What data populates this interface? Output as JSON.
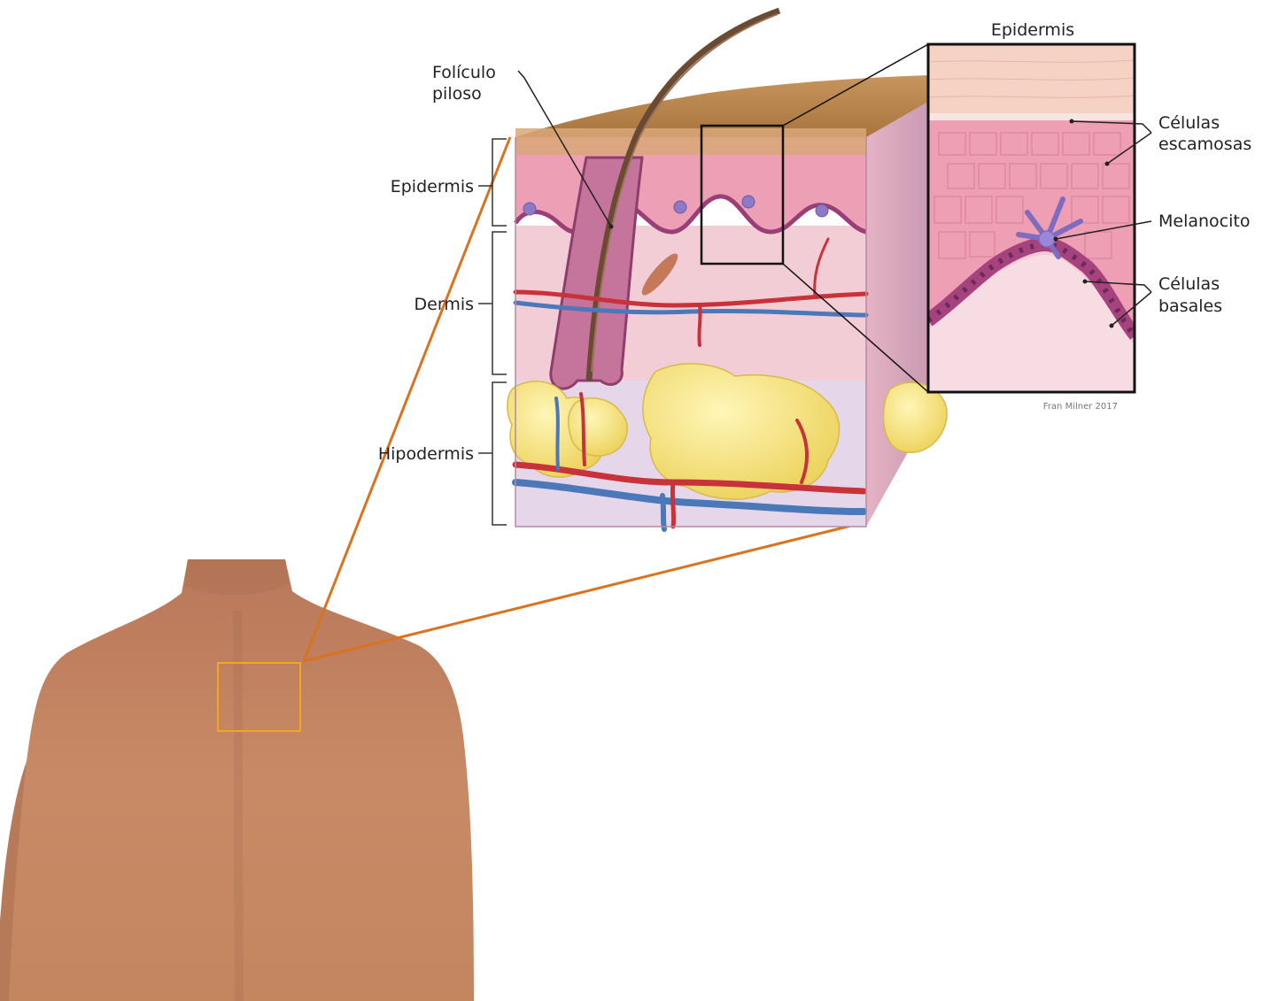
{
  "layers": {
    "epidermis": "Epidermis",
    "dermis": "Dermis",
    "hypodermis": "Hipodermis"
  },
  "structures": {
    "hair_follicle_line1": "Folículo",
    "hair_follicle_line2": "piloso"
  },
  "inset": {
    "title": "Epidermis",
    "squamous_line1": "Células",
    "squamous_line2": "escamosas",
    "melanocyte": "Melanocito",
    "basal_line1": "Células",
    "basal_line2": "basales"
  },
  "credit": "Fran Milner 2017",
  "colors": {
    "connector": "#d9731f",
    "highlight_box": "#f0a81c",
    "skin_tone": "#c98a63",
    "epidermis_pink": "#e9a3b6",
    "dermis_pink": "#f2c9d3",
    "fat_yellow": "#f7e37a",
    "artery_red": "#c8323a",
    "vein_blue": "#4a78b8",
    "hair_brown": "#6b4a34"
  }
}
